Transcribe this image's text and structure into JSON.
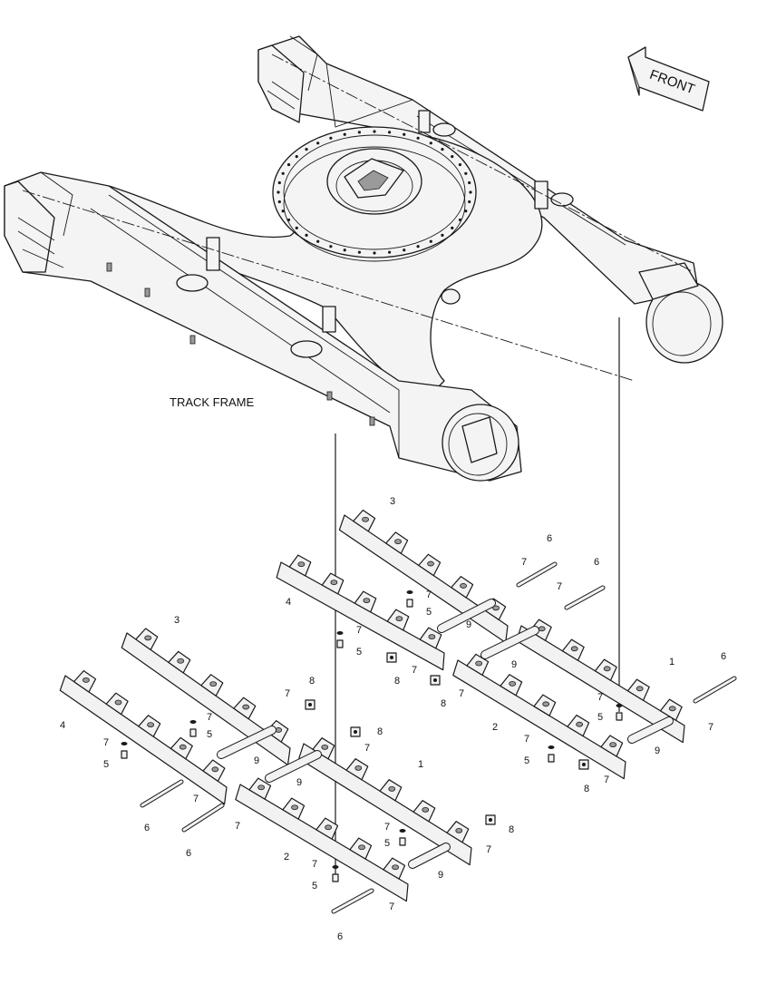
{
  "diagram": {
    "frame_label": "TRACK FRAME",
    "front_label": "FRONT",
    "callouts": {
      "n1": "1",
      "n2": "2",
      "n3": "3",
      "n4": "4",
      "n5": "5",
      "n6": "6",
      "n7": "7",
      "n8": "8",
      "n9": "9"
    }
  }
}
